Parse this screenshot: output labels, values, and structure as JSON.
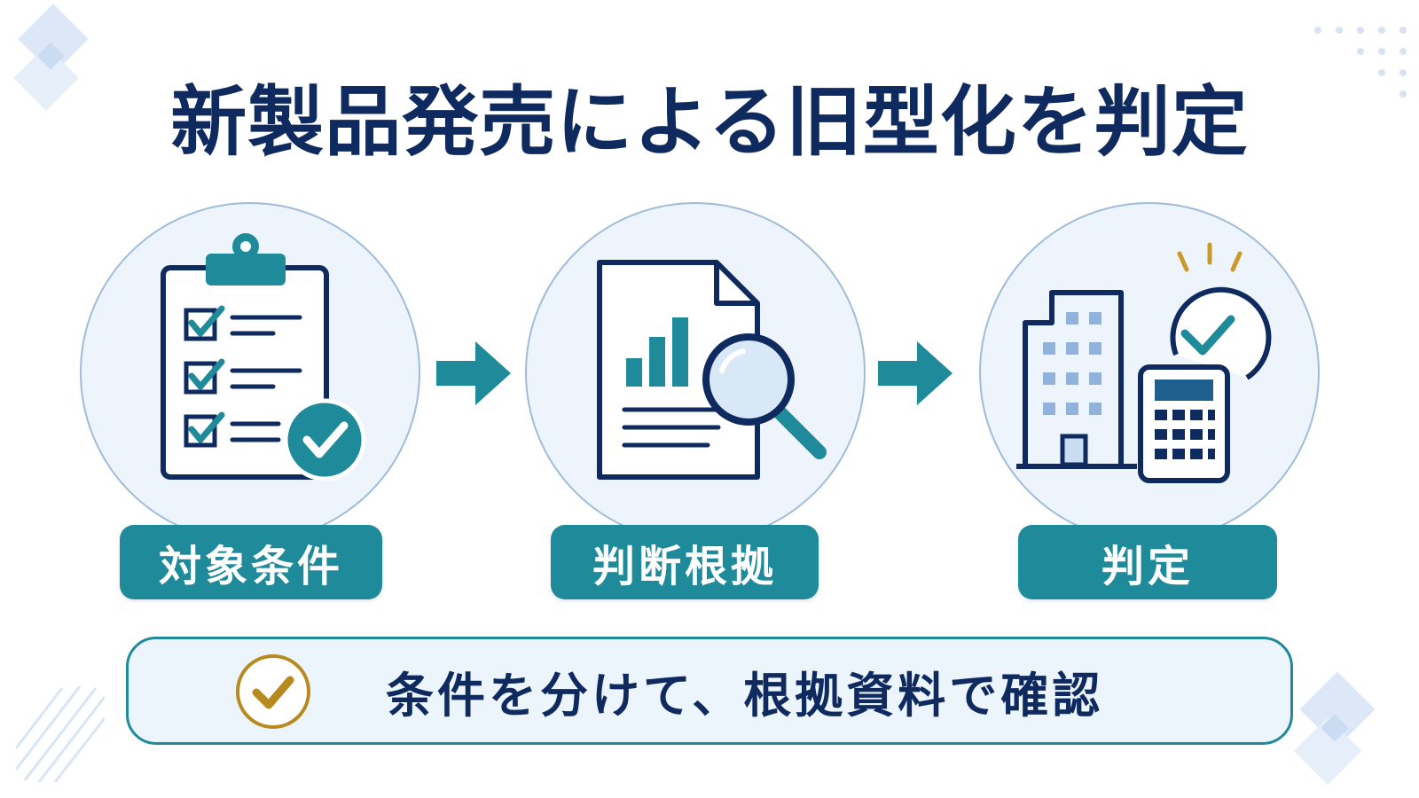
{
  "title": "新製品発売による旧型化を判定",
  "steps": [
    {
      "label": "対象条件",
      "icon": "clipboard-checklist-icon"
    },
    {
      "label": "判断根拠",
      "icon": "document-chart-magnifier-icon"
    },
    {
      "label": "判定",
      "icon": "building-calculator-check-icon"
    }
  ],
  "summary": {
    "text": "条件を分けて、根拠資料で確認",
    "icon": "check-circle-icon"
  },
  "colors": {
    "navy": "#0f2a5e",
    "teal": "#1f8a99",
    "circle_fill": "#edf4fb",
    "gold": "#b68a1f",
    "accent_yellow": "#c89a2a"
  }
}
